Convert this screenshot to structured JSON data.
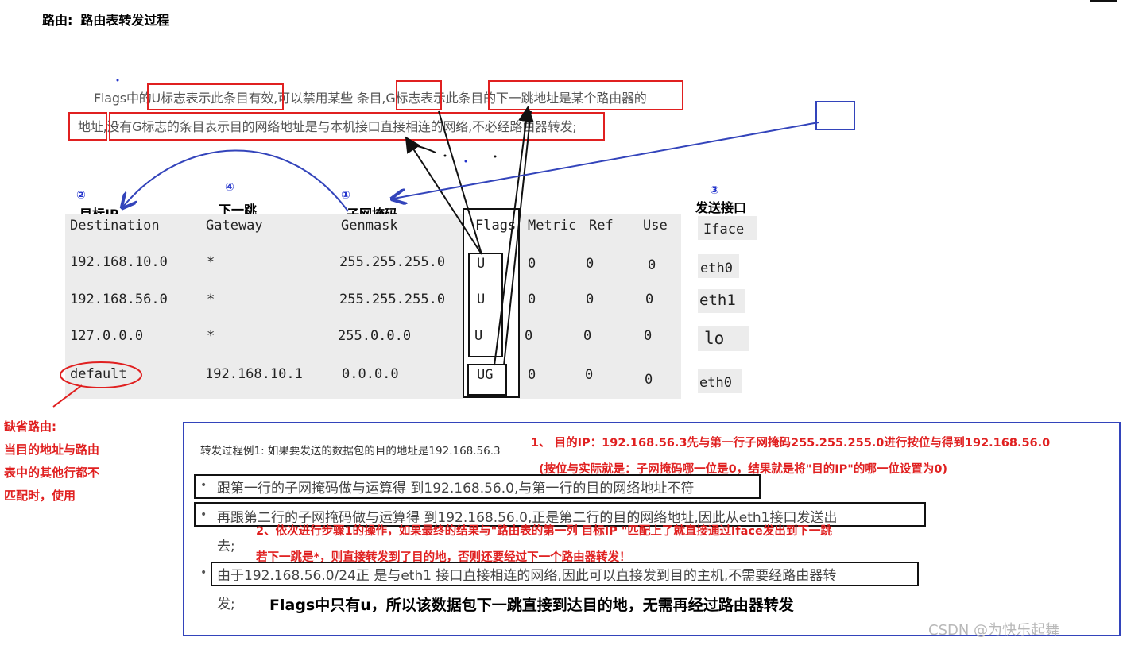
{
  "title": {
    "prefix": "路由:",
    "main": "路由表转发过程"
  },
  "paragraph": {
    "line1": "Flags中的U标志表示此条目有效,可以禁用某些 条目,G标志表示此条目的下一跳地址是某个路由器的",
    "line2": "地址,没有G标志的条目表示目的网络地址是与本机接口直接相连的网络,不必经路由器转发;"
  },
  "labels": {
    "dest": {
      "num": "②",
      "text": "目标IP"
    },
    "gateway": {
      "num": "④",
      "text": "下一跳"
    },
    "genmask": {
      "num": "①",
      "text": "子网掩码"
    },
    "iface": {
      "num": "③",
      "text": "发送接口"
    }
  },
  "table": {
    "headers": [
      "Destination",
      "Gateway",
      "Genmask",
      "Flags",
      "Metric",
      "Ref",
      "Use",
      "Iface"
    ],
    "rows": [
      [
        "192.168.10.0",
        "*",
        "255.255.255.0",
        "U",
        "0",
        "0",
        "0",
        "eth0"
      ],
      [
        "192.168.56.0",
        "*",
        "255.255.255.0",
        "U",
        "0",
        "0",
        "0",
        "eth1"
      ],
      [
        "127.0.0.0",
        "*",
        "255.0.0.0",
        "U",
        "0",
        "0",
        "0",
        "lo"
      ],
      [
        "default",
        "192.168.10.1",
        "0.0.0.0",
        "UG",
        "0",
        "0",
        "0",
        "eth0"
      ]
    ]
  },
  "default_note": [
    "缺省路由:",
    "当目的地址与路由",
    "表中的其他行都不",
    "匹配时，使用"
  ],
  "example": {
    "intro": "转发过程例1: 如果要发送的数据包的目的地址是192.168.56.3",
    "note1a": "1、 目的IP：192.168.56.3先与第一行子网掩码255.255.255.0进行按位与得到192.168.56.0",
    "note1b": "(按位与实际就是：子网掩码哪一位是0，结果就是将\"目的IP\"的哪一位设置为0)",
    "bullet1": "跟第一行的子网掩码做与运算得 到192.168.56.0,与第一行的目的网络地址不符",
    "bullet2": "再跟第二行的子网掩码做与运算得 到192.168.56.0,正是第二行的目的网络地址,因此从eth1接口发送出",
    "bullet2_cont": "去;",
    "note2a": "2、依次进行步骤1的操作，如果最终的结果与\"路由表的第一列  目标IP \"匹配上了就直接通过Iface发出到下一跳",
    "note2b": "若下一跳是*，则直接转发到了目的地，否则还要经过下一个路由器转发！",
    "bullet3": "由于192.168.56.0/24正 是与eth1 接口直接相连的网络,因此可以直接发到目的主机,不需要经路由器转",
    "bullet3_cont": "发;",
    "conclusion": "Flags中只有u，所以该数据包下一跳直接到达目的地，无需再经过路由器转发"
  },
  "watermark": "CSDN @为快乐起舞",
  "bullet_glyph": "•",
  "colors": {
    "red": "#e02020",
    "blue": "#3344bb",
    "black": "#111111"
  }
}
